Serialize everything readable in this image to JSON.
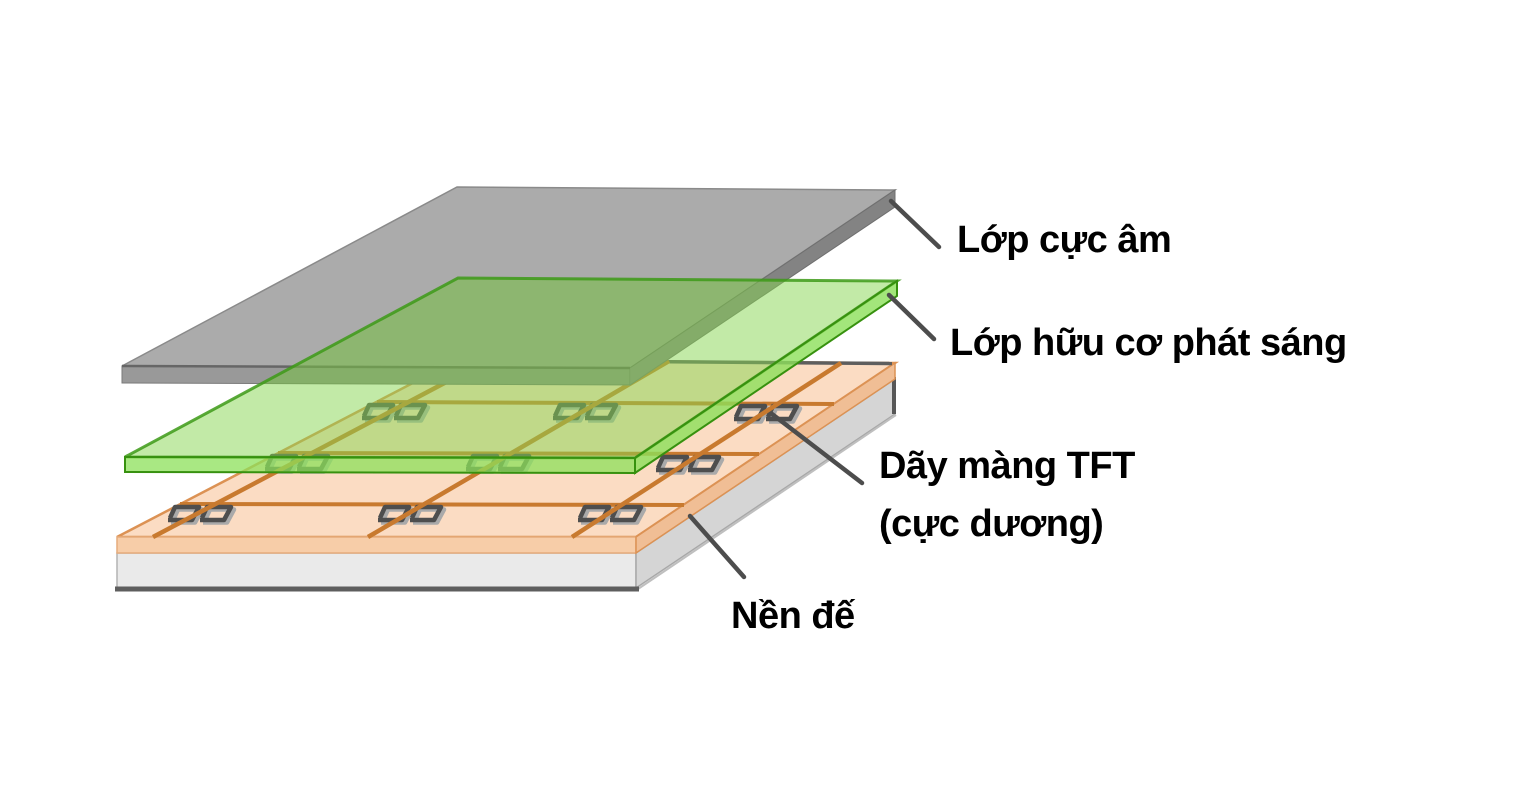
{
  "diagram": {
    "labels": {
      "cathode": "Lớp cực âm",
      "organic": "Lớp hữu cơ phát sáng",
      "tft_line1": "Dãy màng TFT",
      "tft_line2": "(cực dương)",
      "substrate": "Nền đế"
    },
    "colors": {
      "cathode_gray": "#ABABAB",
      "cathode_front": "#999999",
      "cathode_side": "#838383",
      "organic_green": "#86D650",
      "organic_edge": "#3D9A17",
      "tft_face_orange": "#FBDCC3",
      "tft_face_border": "#DC9254",
      "wire_orange": "#C87A2F",
      "tft_chip_dark": "#4E4E4E",
      "substrate_light": "#EAEAEA",
      "substrate_side": "#D5D5D5",
      "leader_line": "#4D4D4D",
      "label_text": "#000000"
    }
  }
}
